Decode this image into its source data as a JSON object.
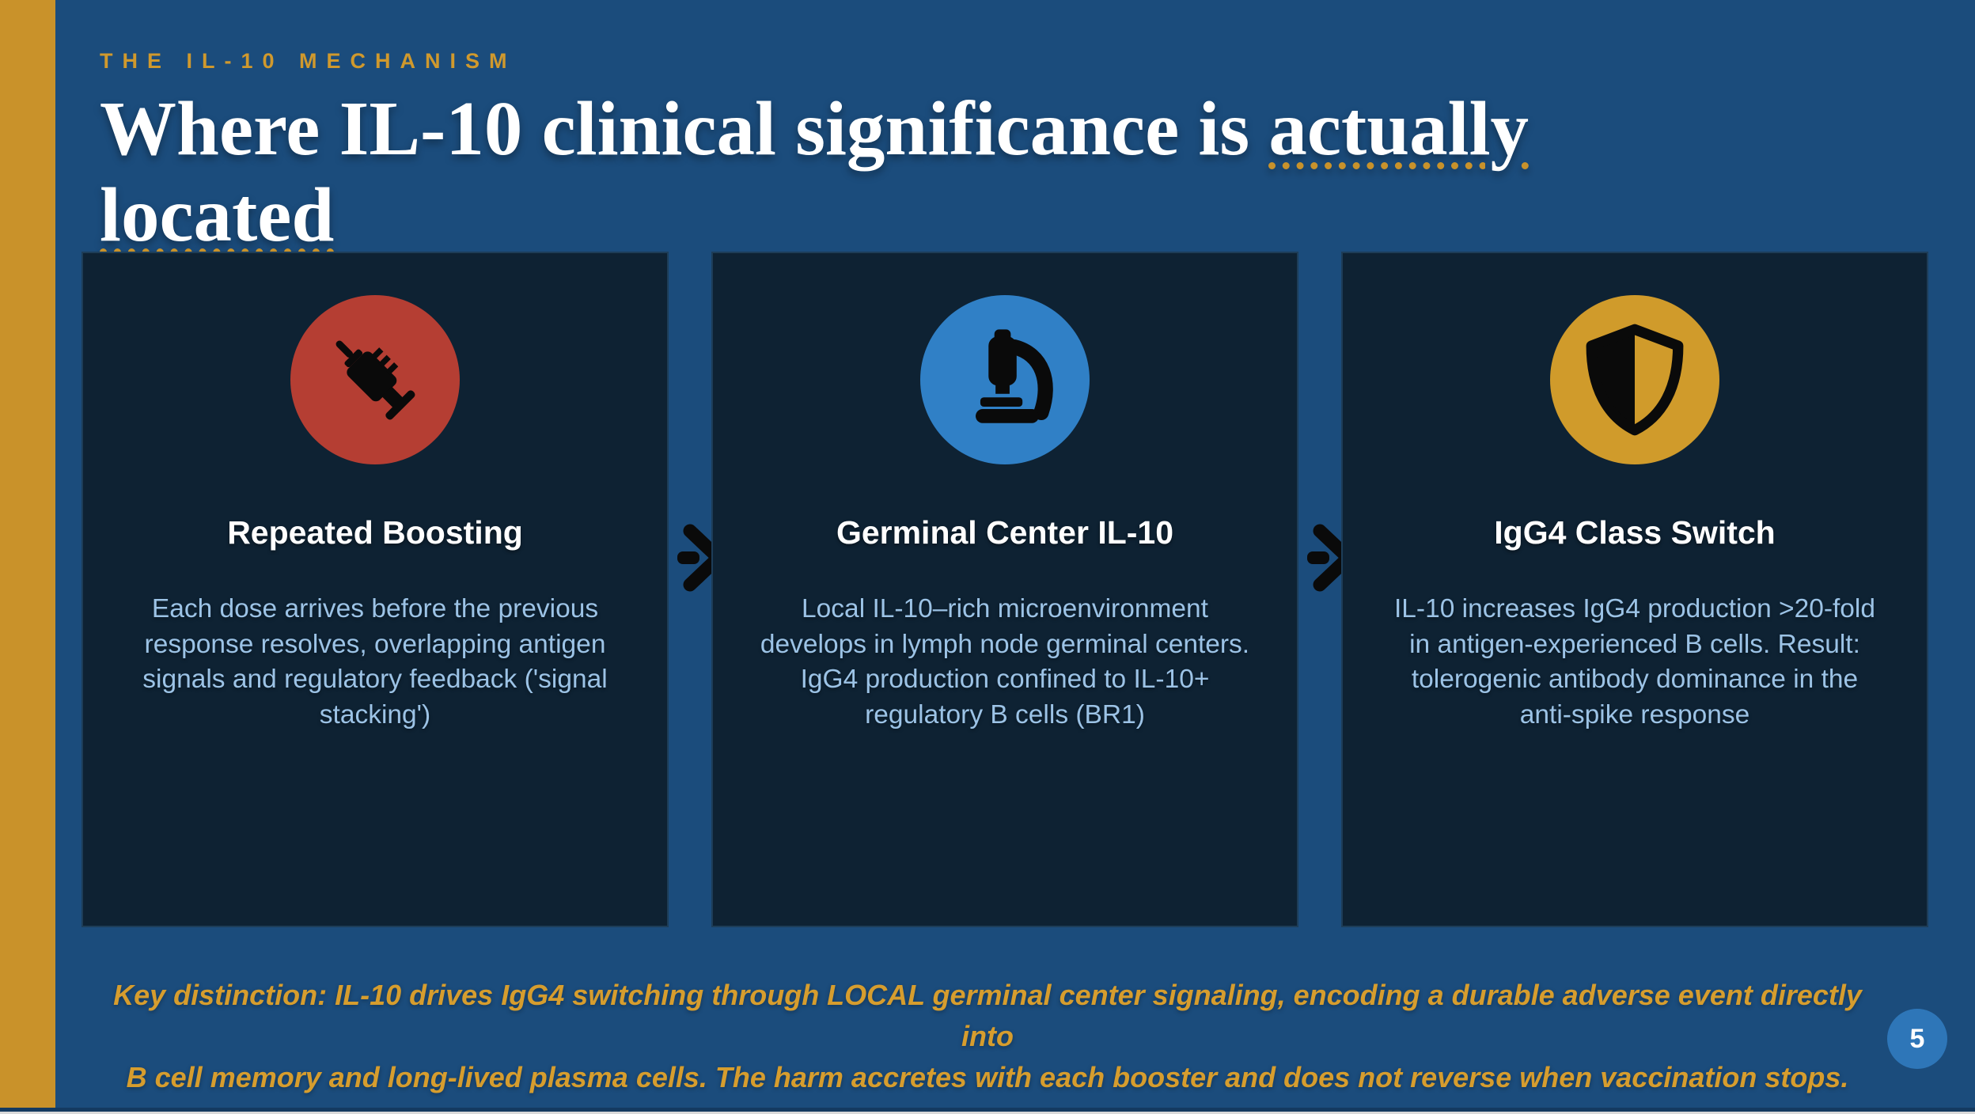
{
  "slide": {
    "eyebrow": "THE IL-10 MECHANISM",
    "title": {
      "prefix": "Where IL-10 clinical significance is ",
      "underlined_word1": "actually",
      "underlined_word2": "located"
    },
    "key_note_line1": "Key distinction: IL-10 drives IgG4 switching through LOCAL germinal center signaling, encoding a durable adverse event directly into",
    "key_note_line2": "B cell memory and long-lived plasma cells. The harm accretes with each booster and does not reverse when vaccination stops.",
    "page_number": "5"
  },
  "cards": [
    {
      "icon": "syringe-icon",
      "icon_style": "background:#b53e33",
      "title": "Repeated Boosting",
      "body": "Each dose arrives before the previous response resolves, overlapping antigen signals and regulatory feedback ('signal stacking')"
    },
    {
      "icon": "microscope-icon",
      "icon_style": "background:#3080c6",
      "title": "Germinal Center IL-10",
      "body": "Local IL-10–rich microenvironment develops in lymph node germinal centers. IgG4 production confined to IL-10+ regulatory B cells (BR1)"
    },
    {
      "icon": "shield-icon",
      "icon_style": "background:#d09b2b",
      "title": "IgG4 Class Switch",
      "body": "IL-10 increases IgG4 production >20-fold in antigen-experienced B cells. Result: tolerogenic antibody dominance in the anti-spike response"
    }
  ],
  "colors": {
    "background": "#1b4c7c",
    "accent_gold": "#c9922a",
    "card_background": "#0e2233",
    "card_body_text": "#9cc3e6",
    "title_text": "#ffffff",
    "note_text": "#d69d2e",
    "page_badge": "#2e76b8",
    "icon_red": "#b53e33",
    "icon_blue": "#3080c6",
    "icon_gold": "#d09b2b",
    "arrow": "#0a0a0a"
  }
}
